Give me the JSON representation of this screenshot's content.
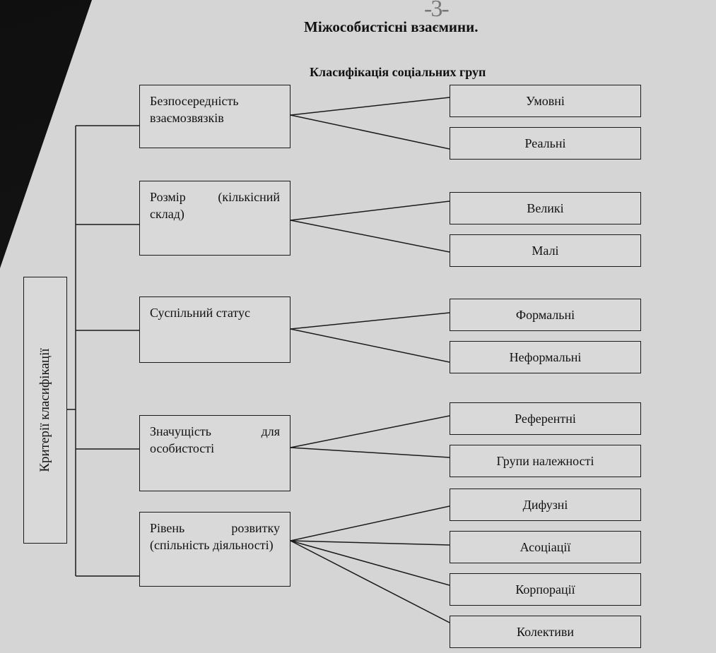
{
  "document": {
    "page_mark": "-3-",
    "title": "Міжособистісні взаємини.",
    "subtitle": "Класифікація соціальних груп",
    "root": "Критерії класифікації"
  },
  "criteria": [
    {
      "label": "Безпосередність взаємозвязків",
      "groups": [
        "Умовні",
        "Реальні"
      ]
    },
    {
      "label": "Розмір (кількісний склад)",
      "groups": [
        "Великі",
        "Малі"
      ]
    },
    {
      "label": "Суспільний статус",
      "groups": [
        "Формальні",
        "Неформальні"
      ]
    },
    {
      "label": "Значущість для особистості",
      "groups": [
        "Референтні",
        "Групи належності"
      ]
    },
    {
      "label": "Рівень розвитку (спільність діяльності)",
      "groups": [
        "Дифузні",
        "Асоціації",
        "Корпорації",
        "Колективи"
      ]
    }
  ]
}
